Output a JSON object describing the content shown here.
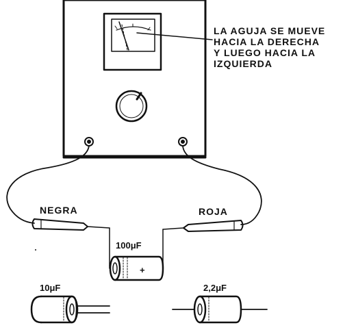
{
  "annotation": {
    "lines": [
      "LA AGUJA SE MUEVE",
      "HACIA LA DERECHA",
      "Y LUEGO HACIA LA",
      "IZQUIERDA"
    ]
  },
  "probes": {
    "black": "NEGRA",
    "red": "ROJA"
  },
  "capacitors": {
    "c100": {
      "value": "100μF",
      "polarity": "+"
    },
    "c10": {
      "value": "10μF"
    },
    "c2_2": {
      "value": "2,2μF"
    }
  }
}
